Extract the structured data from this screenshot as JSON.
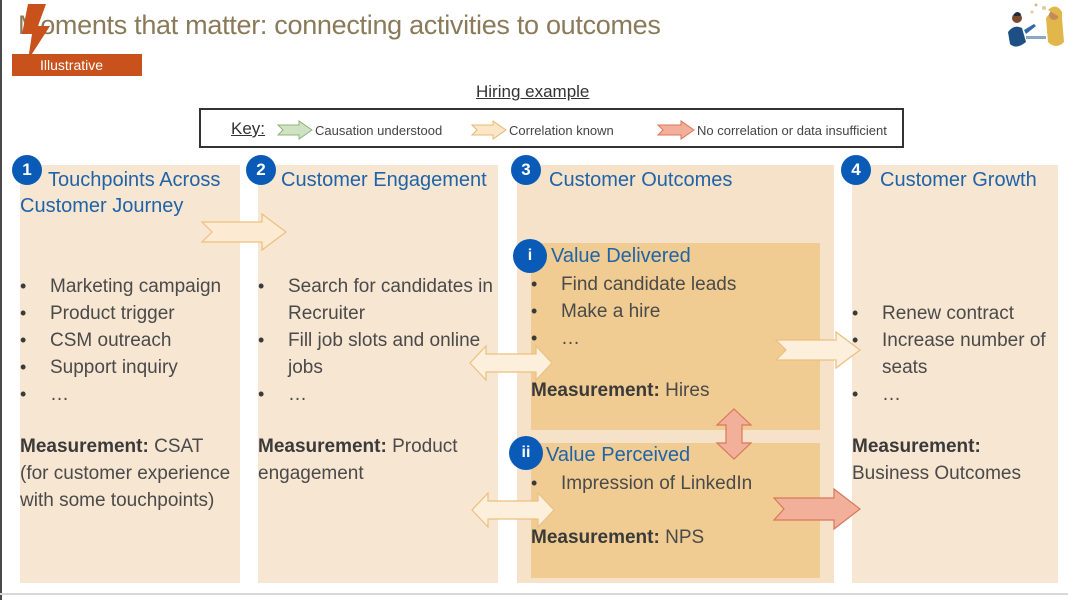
{
  "header": {
    "title": "Moments that matter: connecting activities to outcomes",
    "tag": "Illustrative",
    "subtitle": "Hiring example"
  },
  "key": {
    "label": "Key:",
    "items": [
      {
        "label": "Causation understood",
        "color": "#cfe3c4",
        "stroke": "#8fb47a"
      },
      {
        "label": "Correlation known",
        "color": "#fbe6c8",
        "stroke": "#e8b872"
      },
      {
        "label": "No correlation or data insufficient",
        "color": "#f2b09a",
        "stroke": "#d9775a"
      }
    ]
  },
  "colors": {
    "badge": "#0a5bb8",
    "heading": "#1f63a8",
    "column_bg": "#f7e6d1",
    "sub_bg": "#f0cc92",
    "accent": "#c9511c"
  },
  "columns": [
    {
      "number": "1",
      "title_line1": "Touchpoints Across",
      "title_line2": "Customer Journey",
      "bullets": [
        "Marketing campaign",
        "Product trigger",
        "CSM outreach",
        "Support inquiry",
        "…"
      ],
      "measurement_label": "Measurement:",
      "measurement_value": "CSAT",
      "measurement_note_1": "(for customer experience",
      "measurement_note_2": "with some touchpoints)"
    },
    {
      "number": "2",
      "title": "Customer Engagement",
      "bullets": [
        "Search for candidates in Recruiter",
        "Fill job slots and online jobs",
        "…"
      ],
      "measurement_label": "Measurement:",
      "measurement_value": "Product engagement"
    },
    {
      "number": "3",
      "title": "Customer Outcomes",
      "sub": [
        {
          "number": "i",
          "title": "Value Delivered",
          "bullets": [
            "Find candidate leads",
            "Make a hire",
            "…"
          ],
          "measurement_label": "Measurement:",
          "measurement_value": "Hires"
        },
        {
          "number": "ii",
          "title": "Value Perceived",
          "bullets": [
            "Impression of LinkedIn"
          ],
          "measurement_label": "Measurement:",
          "measurement_value": "NPS"
        }
      ]
    },
    {
      "number": "4",
      "title": "Customer Growth",
      "bullets": [
        "Renew contract",
        "Increase number of seats",
        "…"
      ],
      "measurement_label": "Measurement:",
      "measurement_value": "Business Outcomes"
    }
  ],
  "arrows": [
    {
      "from": "1",
      "to": "2",
      "type": "correlation-known",
      "direction": "right"
    },
    {
      "from": "2",
      "to": "3.i",
      "type": "correlation-known",
      "direction": "both"
    },
    {
      "from": "2",
      "to": "3.ii",
      "type": "correlation-known",
      "direction": "both"
    },
    {
      "from": "3.i",
      "to": "3.ii",
      "type": "no-correlation",
      "direction": "both-vertical"
    },
    {
      "from": "3.i",
      "to": "4",
      "type": "correlation-known",
      "direction": "right"
    },
    {
      "from": "3.ii",
      "to": "4",
      "type": "no-correlation",
      "direction": "right"
    }
  ]
}
